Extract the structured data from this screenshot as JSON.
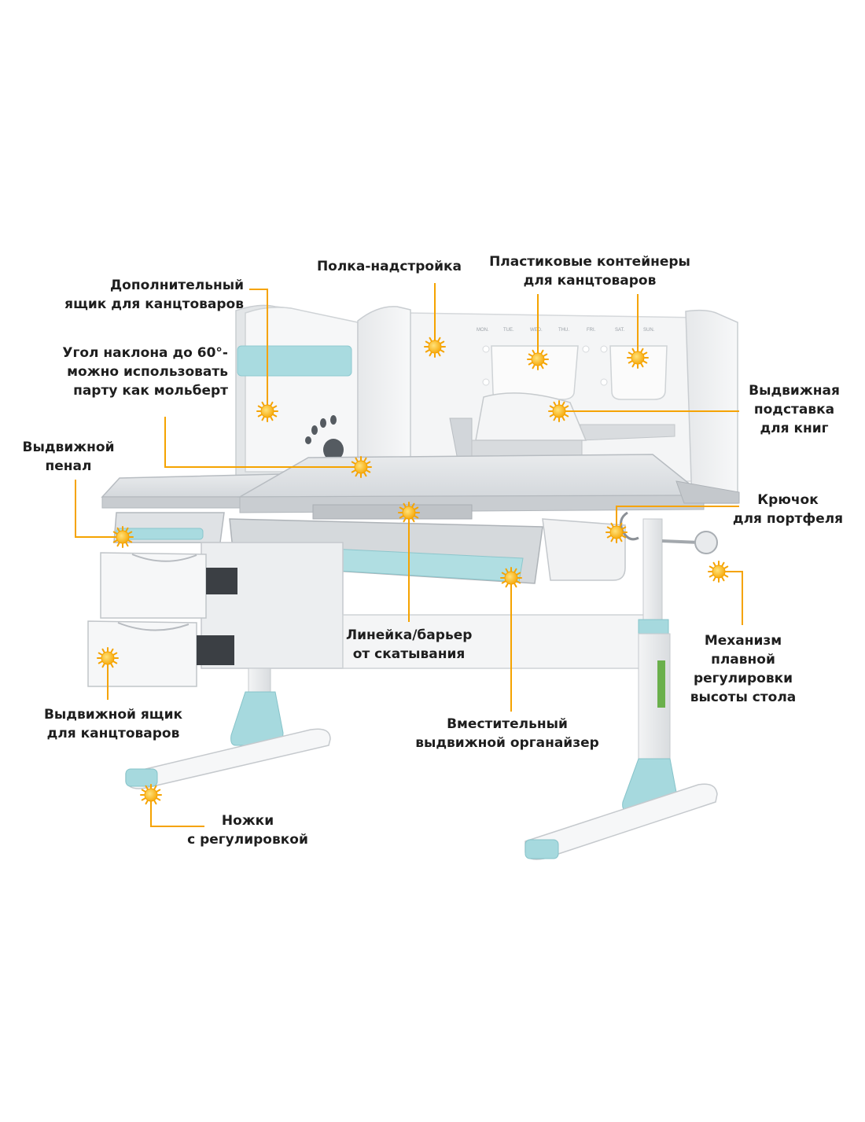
{
  "colors": {
    "accent": "#f5a300",
    "marker_fill": "#ffc20e",
    "desk_gray": "#cfd3d7",
    "desk_white": "#f2f3f4",
    "mint": "#9fd8dc"
  },
  "labels": {
    "top_shelf": [
      "Полка-надстройка"
    ],
    "plastic_containers": [
      "Пластиковые контейнеры",
      "для канцтоваров"
    ],
    "extra_drawer": [
      "Дополнительный",
      "ящик для канцтоваров"
    ],
    "tilt_angle": [
      "Угол наклона до 60°-",
      "можно использовать",
      "парту как мольберт"
    ],
    "book_stand": [
      "Выдвижная",
      "подставка",
      "для книг"
    ],
    "pencil_case": [
      "Выдвижной",
      "пенал"
    ],
    "bag_hook": [
      "Крючок",
      "для портфеля"
    ],
    "height_mechanism": [
      "Механизм",
      "плавной",
      "регулировки",
      "высоты стола"
    ],
    "ruler_barrier": [
      "Линейка/барьер",
      "от скатывания"
    ],
    "side_drawer": [
      "Выдвижной ящик",
      "для канцтоваров"
    ],
    "organizer": [
      "Вместительный",
      "выдвижной органайзер"
    ],
    "adjustable_feet": [
      "Ножки",
      "с регулировкой"
    ]
  },
  "board_days": [
    "MON.",
    "TUE.",
    "WED.",
    "THU.",
    "FRI.",
    "SAT.",
    "SUN."
  ],
  "icons": [
    "sun-marker-icon"
  ]
}
